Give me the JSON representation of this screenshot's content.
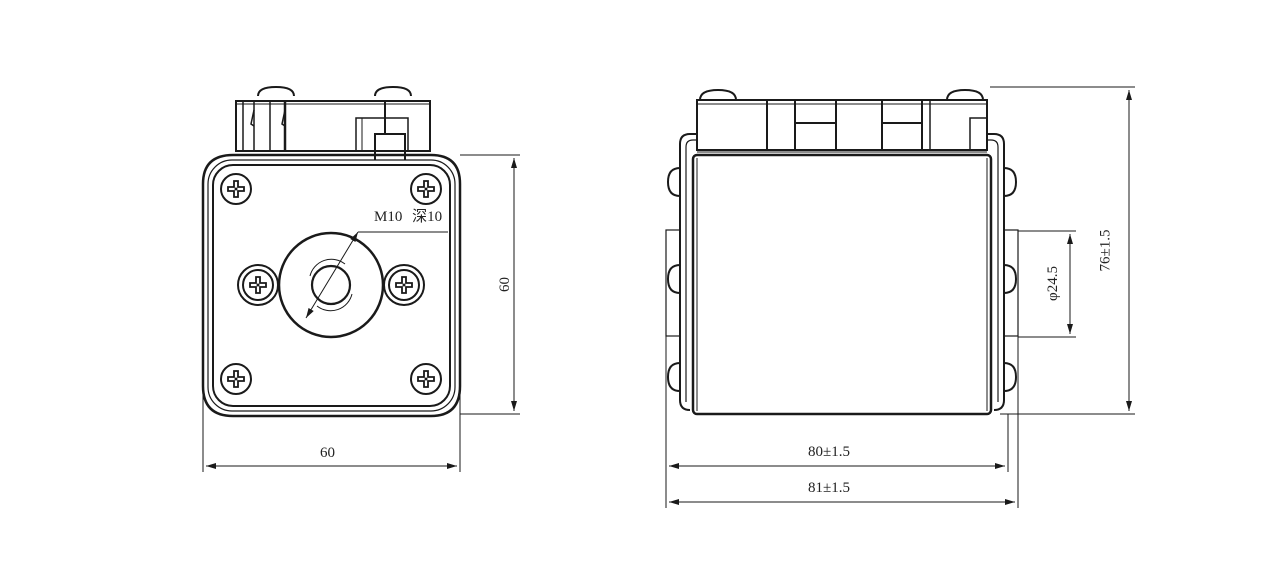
{
  "drawing": {
    "front_view": {
      "width_dim": "60",
      "height_dim": "60",
      "thread_note": "M10",
      "depth_note": "深10"
    },
    "side_view": {
      "inner_width_dim": "80±1.5",
      "outer_width_dim": "81±1.5",
      "height_dim": "76±1.5",
      "terminal_diameter_dim": "φ24.5"
    }
  },
  "colors": {
    "line": "#1a1a1a",
    "background": "#ffffff"
  }
}
